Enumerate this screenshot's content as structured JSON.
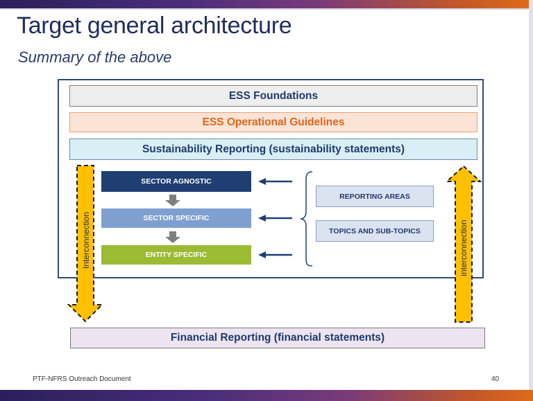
{
  "slide": {
    "title": "Target general architecture",
    "subtitle": "Summary of the above",
    "footer": "PTF-NFRS Outreach Document",
    "page_number": "40"
  },
  "diagram": {
    "foundations": "ESS Foundations",
    "operational_guidelines": "ESS Operational Guidelines",
    "sustainability_reporting": "Sustainability Reporting (sustainability statements)",
    "levels": [
      "SECTOR AGNOSTIC",
      "SECTOR SPECIFIC",
      "ENTITY SPECIFIC"
    ],
    "reporting_items": [
      "REPORTING AREAS",
      "TOPICS AND SUB-TOPICS"
    ],
    "left_arrow_label": "Interconnection",
    "right_arrow_label": "interconnection",
    "financial_reporting": "Financial Reporting (financial statements)"
  },
  "colors": {
    "title": "#1f2d5c",
    "sector_agnostic": "#1f3f73",
    "sector_specific": "#7f9fd0",
    "entity_specific": "#9cbb34",
    "guidelines_text": "#e0651c",
    "arrow_fill": "#ffc000"
  }
}
